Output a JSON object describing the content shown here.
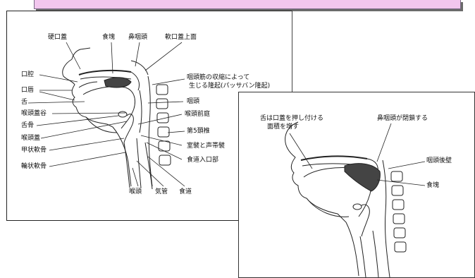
{
  "left_figure": {
    "labels": {
      "hard_palate": "硬口蓋",
      "bolus": "食塊",
      "nasopharynx": "鼻咽頭",
      "soft_palate_upper": "軟口蓋上面",
      "oral_cavity": "口腔",
      "lips": "口唇",
      "tongue": "舌",
      "vallecula": "喉頭蓋谷",
      "hyoid": "舌骨",
      "epiglottis": "喉頭蓋",
      "thyroid_cartilage": "甲状軟骨",
      "cricoid_cartilage": "輪状軟骨",
      "passavant_line1": "咽頭筋の収縮によって",
      "passavant_line2": "生じる隆起(パッサバン隆起)",
      "pharynx": "咽頭",
      "laryngeal_vestibule": "喉頭前庭",
      "fifth_cervical": "第5頚椎",
      "ventricle_cords": "室襞と声帯襞",
      "esophageal_entrance": "食道入口部",
      "larynx": "喉頭",
      "trachea": "気管",
      "esophagus": "食道"
    }
  },
  "right_figure": {
    "labels": {
      "tongue_line1": "舌は口蓋を押し付ける",
      "tongue_line2": "面積を増す",
      "nasopharynx_closes": "鼻咽頭が閉鎖する",
      "posterior_wall": "咽頭後壁",
      "bolus": "食塊"
    }
  }
}
